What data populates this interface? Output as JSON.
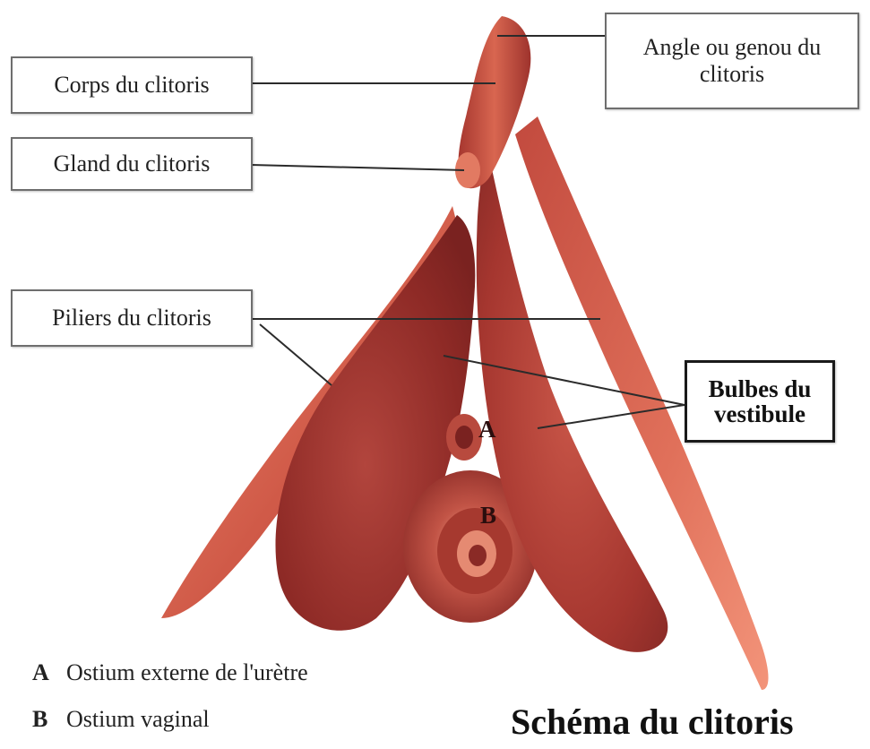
{
  "labels": {
    "corps": "Corps du clitoris",
    "gland": "Gland du clitoris",
    "piliers": "Piliers du clitoris",
    "angle_line1": "Angle ou genou du",
    "angle_line2": "clitoris",
    "bulbes_line1": "Bulbes du",
    "bulbes_line2": "vestibule"
  },
  "markers": {
    "a": "A",
    "b": "B"
  },
  "legend": [
    {
      "key": "A",
      "text": "Ostium externe de l'urètre"
    },
    {
      "key": "B",
      "text": "Ostium vaginal"
    }
  ],
  "title": "Schéma du clitoris",
  "colors": {
    "tissue_dark": "#8e2a26",
    "tissue_mid": "#c2463c",
    "tissue_light": "#ee8a6e",
    "leader_line": "#2b2b2b"
  }
}
